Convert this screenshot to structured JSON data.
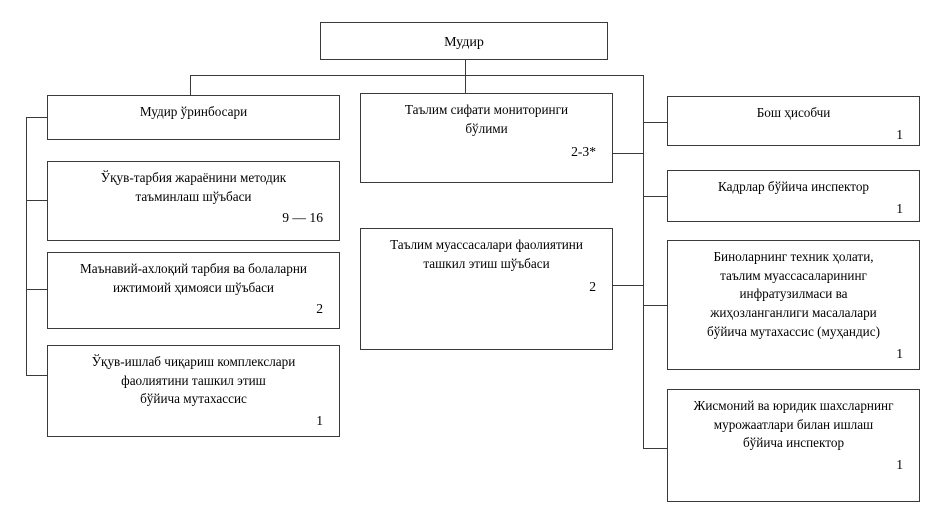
{
  "diagram": {
    "type": "organizational-chart",
    "language": "uz-Cyrl",
    "colors": {
      "background": "#ffffff",
      "border": "#3a3a3a",
      "text": "#000000",
      "connector": "#3a3a3a"
    },
    "root": {
      "label": "Мудир",
      "count": ""
    },
    "left_branch": [
      {
        "label": "Мудир ўринбосари",
        "count": ""
      },
      {
        "label": "Ўқув-тарбия жараёнини методик\nтаъминлаш шўъбаси",
        "count": "9 — 16"
      },
      {
        "label": "Маънавий-ахлоқий тарбия ва болаларни\nижтимоий ҳимояси шўъбаси",
        "count": "2"
      },
      {
        "label": "Ўқув-ишлаб чиқариш комплекслари\nфаолиятини ташкил этиш\nбўйича мутахассис",
        "count": "1"
      }
    ],
    "center_branch": [
      {
        "label": "Таълим сифати мониторинги\nбўлими",
        "count": "2-3*"
      },
      {
        "label": "Таълим муассасалари фаолиятини\nташкил этиш шўъбаси",
        "count": "2"
      }
    ],
    "right_branch": [
      {
        "label": "Бош ҳисобчи",
        "count": "1"
      },
      {
        "label": "Кадрлар бўйича инспектор",
        "count": "1"
      },
      {
        "label": "Биноларнинг техник ҳолати,\nтаълим муассасаларининг\nинфратузилмаси ва\nжиҳозланганлиги масалалари\nбўйича мутахассис (муҳандис)",
        "count": "1"
      },
      {
        "label": "Жисмоний ва юридик шахсларнинг\nмурожаатлари билан ишлаш\nбўйича инспектор",
        "count": "1"
      }
    ]
  }
}
